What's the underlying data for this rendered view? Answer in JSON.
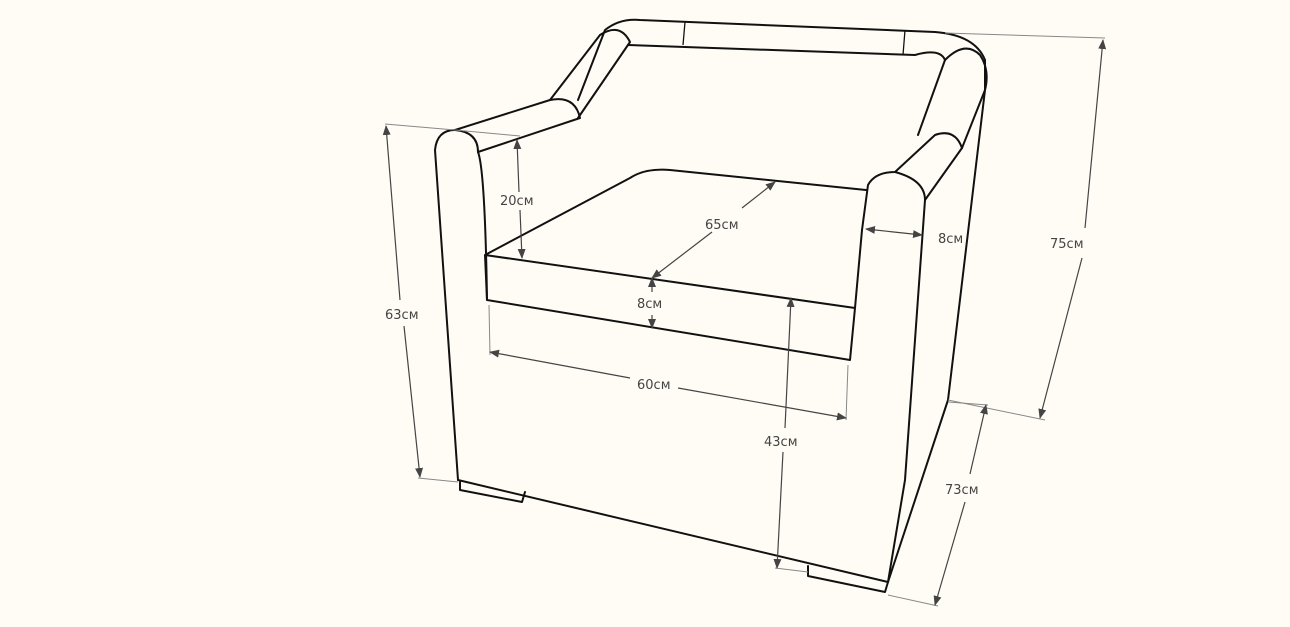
{
  "diagram": {
    "subject": "armchair-dimensions",
    "colors": {
      "background": "#fffcf6",
      "outline": "#111111",
      "dimension": "#444444"
    },
    "labels": {
      "arm_height": "20см",
      "seat_depth": "65см",
      "arm_width": "8см",
      "total_height": "75см",
      "arm_total_height": "63см",
      "cushion_thickness": "8см",
      "seat_width": "60см",
      "seat_height": "43см",
      "depth": "73см"
    }
  }
}
